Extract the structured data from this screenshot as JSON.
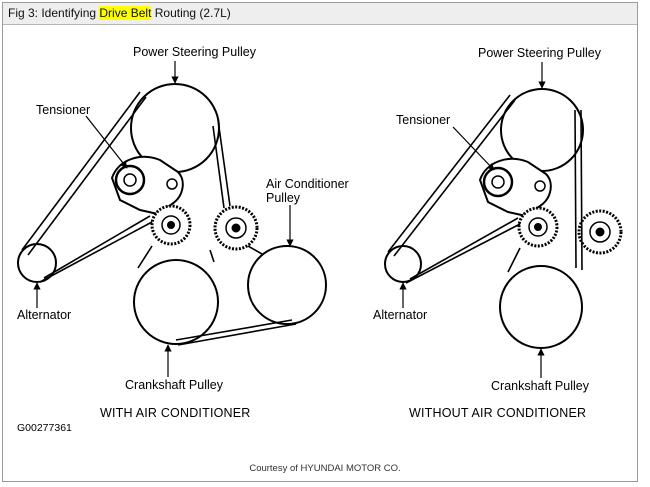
{
  "title": {
    "prefix": "Fig 3: Identifying ",
    "highlight": "Drive Belt",
    "suffix": " Routing (2.7L)"
  },
  "left_diagram": {
    "power_steering": "Power Steering Pulley",
    "tensioner": "Tensioner",
    "ac_line1": "Air Conditioner",
    "ac_line2": "Pulley",
    "alternator": "Alternator",
    "crankshaft": "Crankshaft Pulley",
    "caption": "WITH AIR CONDITIONER"
  },
  "right_diagram": {
    "power_steering": "Power Steering Pulley",
    "tensioner": "Tensioner",
    "alternator": "Alternator",
    "crankshaft": "Crankshaft Pulley",
    "caption": "WITHOUT AIR CONDITIONER"
  },
  "figure_code": "G00277361",
  "credit": "Courtesy of HYUNDAI MOTOR CO.",
  "colors": {
    "highlight": "#ffff00",
    "ink": "#000000",
    "titlebar": "#eeeeee"
  }
}
